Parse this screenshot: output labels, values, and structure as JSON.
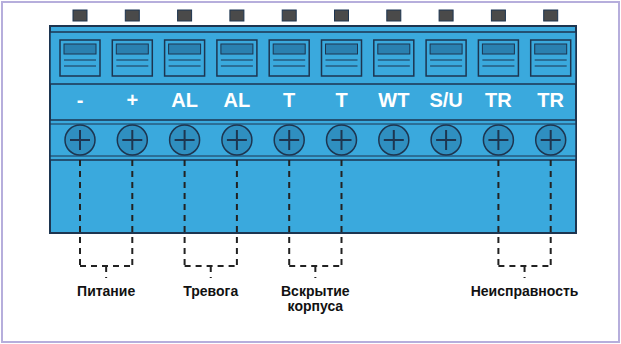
{
  "diagram": {
    "labels": [
      "-",
      "+",
      "AL",
      "AL",
      "T",
      "T",
      "WT",
      "S/U",
      "TR",
      "TR",
      "Питание",
      "Тревога",
      "Вскрытие корпуса",
      "Неисправность"
    ]
  }
}
